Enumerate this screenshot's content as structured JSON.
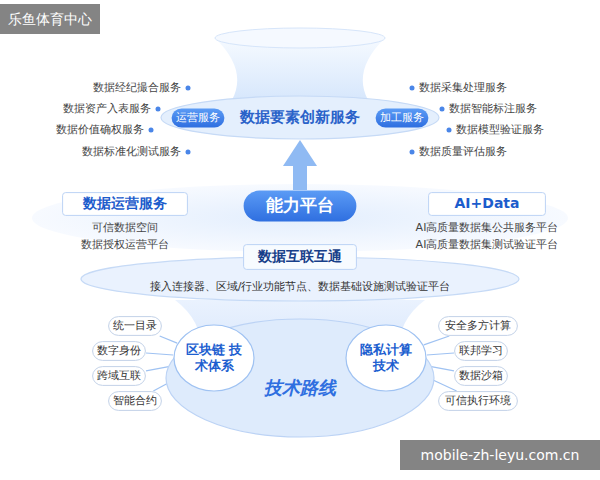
{
  "diagram": {
    "nodes": [
      {
        "text": [
          "数据要素创新服务"
        ]
      },
      {
        "text": [
          "运营服务"
        ],
        "in": 0
      },
      {
        "text": [
          "加工服务"
        ],
        "in": 0
      },
      {
        "text": [
          "数据运营服务"
        ]
      },
      {
        "text": [
          "能力平台"
        ]
      },
      {
        "text": [
          "AI+Data"
        ]
      },
      {
        "text": [
          "数据互联互通"
        ]
      },
      {
        "text": [
          "接入连接器、区域/行业功能节点、数据基础设施测试验证平台"
        ]
      },
      {
        "text": [
          "技术路线"
        ]
      },
      {
        "text": [
          "区块链 技术体系"
        ],
        "in": 8
      },
      {
        "text": [
          "隐私计算 技术"
        ],
        "in": 8
      },
      {
        "text": [
          "统一目录"
        ]
      },
      {
        "text": [
          "数字身份"
        ]
      },
      {
        "text": [
          "跨域互联"
        ]
      },
      {
        "text": [
          "智能合约"
        ]
      },
      {
        "text": [
          "安全多方计算"
        ]
      },
      {
        "text": [
          "联邦学习"
        ]
      },
      {
        "text": [
          "数据沙箱"
        ]
      },
      {
        "text": [
          "可信执行环境"
        ]
      }
    ],
    "edges": [
      {
        "from": 4,
        "to": 0,
        "arrow": "to"
      },
      {
        "from": 11,
        "to": 9,
        "arrow": "none"
      },
      {
        "from": 12,
        "to": 9,
        "arrow": "none"
      },
      {
        "from": 13,
        "to": 9,
        "arrow": "none"
      },
      {
        "from": 14,
        "to": 9,
        "arrow": "none"
      },
      {
        "from": 15,
        "to": 10,
        "arrow": "none"
      },
      {
        "from": 16,
        "to": 10,
        "arrow": "none"
      },
      {
        "from": 17,
        "to": 10,
        "arrow": "none"
      },
      {
        "from": 18,
        "to": 10,
        "arrow": "none"
      }
    ],
    "labels": [
      "乐鱼体育中心",
      "数据经纪撮合服务",
      "数据资产入表服务",
      "数据价值确权服务",
      "数据标准化测试服务",
      "数据采集处理服务",
      "数据智能标注服务",
      "数据模型验证服务",
      "数据质量评估服务",
      "可信数据空间",
      "数据授权运营平台",
      "AI高质量数据集公共服务平台",
      "AI高质量数据集测试验证平台",
      "mobile-zh-leyu.com.cn"
    ]
  }
}
